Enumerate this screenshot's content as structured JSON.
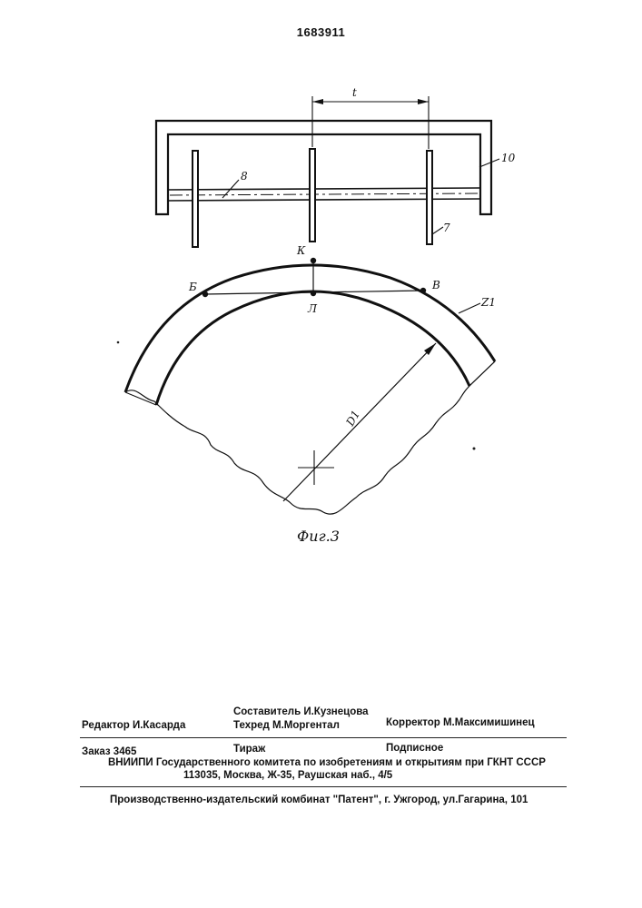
{
  "header": {
    "patent_number": "1683911"
  },
  "figure": {
    "labels": {
      "pitch": "t",
      "frame": "10",
      "shaft": "8",
      "disc": "7",
      "point_k": "К",
      "point_b": "Б",
      "point_v": "В",
      "point_l": "Л",
      "tooth_count": "Z1",
      "diameter": "D1"
    },
    "caption": "Фиг.3"
  },
  "imprint": {
    "composer": "Составитель  И.Кузнецова",
    "editor": "Редактор  И.Касарда",
    "techred": "Техред М.Моргентал",
    "corrector": "Корректор  М.Максимишинец",
    "order": "Заказ  3465",
    "circulation": "Тираж",
    "subscription": "Подписное",
    "institute": "ВНИИПИ Государственного комитета по изобретениям и открытиям при ГКНТ СССР",
    "address": "113035, Москва, Ж-35, Раушская наб., 4/5",
    "publisher": "Производственно-издательский комбинат \"Патент\", г. Ужгород, ул.Гагарина, 101"
  }
}
